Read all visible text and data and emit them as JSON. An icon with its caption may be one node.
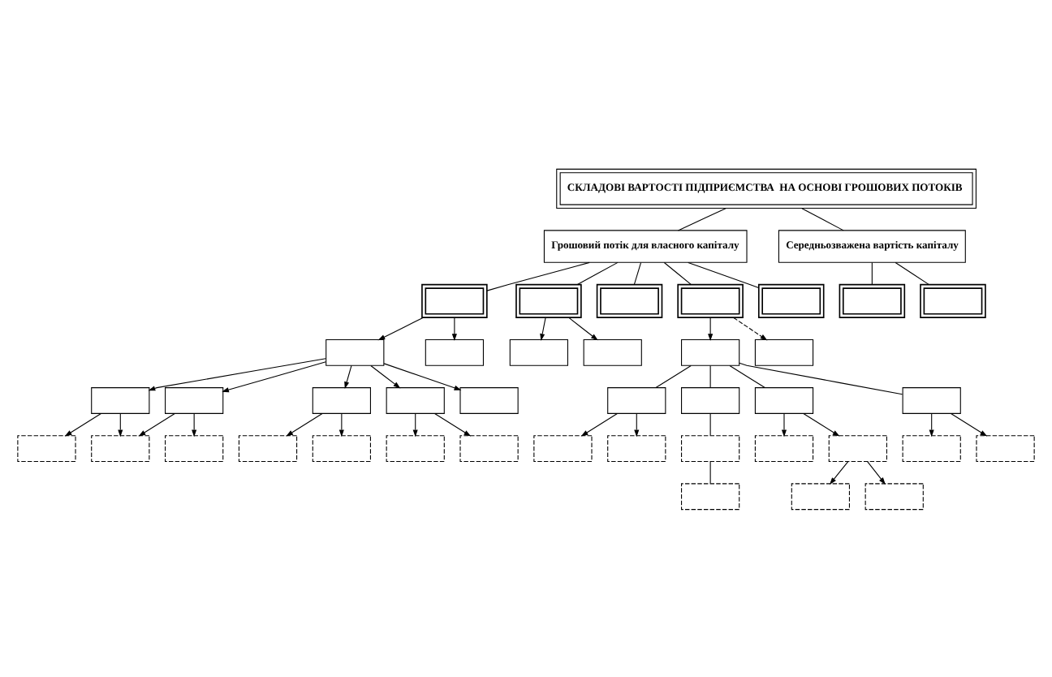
{
  "diagram": {
    "nodes": [
      {
        "text": [
          "СКЛАДОВІ ВАРТОСТІ ПІДПРИЄМСТВА  НА ОСНОВІ ГРОШОВИХ ПОТОКІВ"
        ]
      },
      {
        "text": [
          "Грошовий потік для власного капіталу"
        ]
      },
      {
        "text": [
          "Середньозважена вартість капіталу"
        ]
      },
      {
        "text": [],
        "shape": "box"
      },
      {
        "text": [],
        "shape": "box"
      },
      {
        "text": [],
        "shape": "box"
      },
      {
        "text": [],
        "shape": "box"
      },
      {
        "text": [],
        "shape": "box"
      },
      {
        "text": [],
        "shape": "box"
      },
      {
        "text": [],
        "shape": "box"
      },
      {
        "text": [],
        "shape": "box"
      },
      {
        "text": [],
        "shape": "box"
      },
      {
        "text": [],
        "shape": "box"
      },
      {
        "text": [],
        "shape": "box"
      },
      {
        "text": [],
        "shape": "box"
      },
      {
        "text": [],
        "shape": "box"
      },
      {
        "text": [],
        "shape": "box"
      },
      {
        "text": [],
        "shape": "box"
      },
      {
        "text": [],
        "shape": "box"
      },
      {
        "text": [],
        "shape": "box"
      },
      {
        "text": [],
        "shape": "box"
      },
      {
        "text": [],
        "shape": "box"
      },
      {
        "text": [],
        "shape": "box"
      },
      {
        "text": [],
        "shape": "box"
      },
      {
        "text": [],
        "shape": "box"
      },
      {
        "text": [],
        "shape": "box"
      },
      {
        "text": [],
        "shape": "box"
      },
      {
        "text": [],
        "shape": "box"
      },
      {
        "text": [],
        "shape": "box"
      },
      {
        "text": [],
        "shape": "box"
      },
      {
        "text": [],
        "shape": "box"
      },
      {
        "text": [],
        "shape": "box"
      },
      {
        "text": [],
        "shape": "box"
      },
      {
        "text": [],
        "shape": "box"
      },
      {
        "text": [],
        "shape": "box"
      },
      {
        "text": [],
        "shape": "box"
      },
      {
        "text": [],
        "shape": "box"
      },
      {
        "text": [],
        "shape": "box"
      },
      {
        "text": [],
        "shape": "box"
      },
      {
        "text": [],
        "shape": "box"
      },
      {
        "text": [],
        "shape": "box"
      },
      {
        "text": [],
        "shape": "box"
      }
    ],
    "edges": [
      {
        "from": 0,
        "to": 1,
        "arrow": "none"
      },
      {
        "from": 0,
        "to": 2,
        "arrow": "none"
      },
      {
        "from": 1,
        "to": 3,
        "arrow": "none"
      },
      {
        "from": 1,
        "to": 4,
        "arrow": "none"
      },
      {
        "from": 1,
        "to": 5,
        "arrow": "none"
      },
      {
        "from": 1,
        "to": 12,
        "arrow": "none"
      },
      {
        "from": 1,
        "to": 13,
        "arrow": "none"
      },
      {
        "from": 2,
        "to": 6,
        "arrow": "none"
      },
      {
        "from": 2,
        "to": 7,
        "arrow": "none"
      },
      {
        "from": 3,
        "to": 8,
        "arrow": "to"
      },
      {
        "from": 3,
        "to": 9,
        "arrow": "to"
      },
      {
        "from": 4,
        "to": 10,
        "arrow": "to"
      },
      {
        "from": 4,
        "to": 11,
        "arrow": "to"
      },
      {
        "from": 12,
        "to": 14,
        "arrow": "to"
      },
      {
        "from": 12,
        "to": 15,
        "arrow": "to",
        "style": "dashed"
      },
      {
        "from": 14,
        "to": 21,
        "arrow": "none"
      },
      {
        "from": 14,
        "to": 22,
        "arrow": "none"
      },
      {
        "from": 14,
        "to": 23,
        "arrow": "none"
      },
      {
        "from": 14,
        "to": 24,
        "arrow": "none"
      },
      {
        "from": 8,
        "to": 16,
        "arrow": "to"
      },
      {
        "from": 8,
        "to": 19,
        "arrow": "to"
      },
      {
        "from": 8,
        "to": 25,
        "arrow": "to"
      },
      {
        "from": 8,
        "to": 36,
        "arrow": "to"
      },
      {
        "from": 8,
        "to": 41,
        "arrow": "to"
      },
      {
        "from": 16,
        "to": 17,
        "arrow": "to"
      },
      {
        "from": 16,
        "to": 18,
        "arrow": "to"
      },
      {
        "from": 19,
        "to": 18,
        "arrow": "to"
      },
      {
        "from": 19,
        "to": 20,
        "arrow": "to"
      },
      {
        "from": 25,
        "to": 26,
        "arrow": "to"
      },
      {
        "from": 25,
        "to": 27,
        "arrow": "to"
      },
      {
        "from": 36,
        "to": 37,
        "arrow": "to"
      },
      {
        "from": 36,
        "to": 38,
        "arrow": "to"
      },
      {
        "from": 21,
        "to": 28,
        "arrow": "to"
      },
      {
        "from": 21,
        "to": 32,
        "arrow": "to"
      },
      {
        "from": 22,
        "to": 29,
        "arrow": "none"
      },
      {
        "from": 29,
        "to": 33,
        "arrow": "none"
      },
      {
        "from": 23,
        "to": 30,
        "arrow": "to"
      },
      {
        "from": 23,
        "to": 34,
        "arrow": "to"
      },
      {
        "from": 24,
        "to": 31,
        "arrow": "to"
      },
      {
        "from": 24,
        "to": 35,
        "arrow": "to"
      },
      {
        "from": 34,
        "to": 39,
        "arrow": "to"
      },
      {
        "from": 34,
        "to": 40,
        "arrow": "to"
      }
    ]
  }
}
